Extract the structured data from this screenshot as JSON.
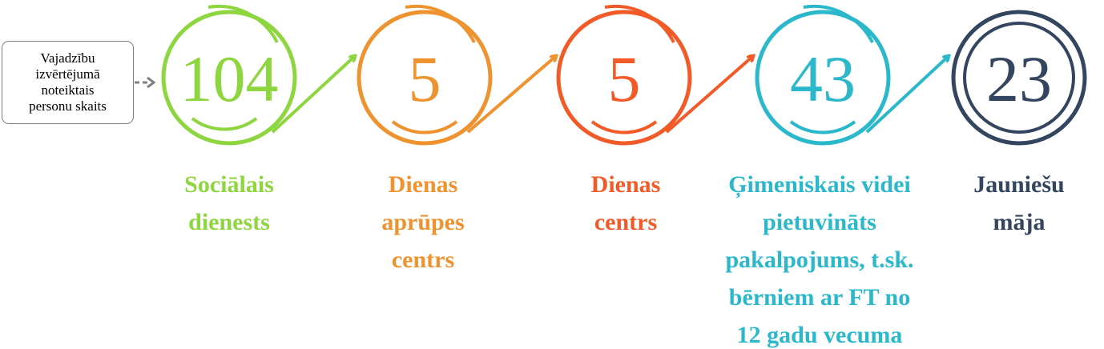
{
  "source_box": {
    "lines": [
      "Vajadzību",
      "izvērtējumā",
      "noteiktais",
      "personu skaits"
    ]
  },
  "colors": {
    "green": "#8ED63F",
    "orange": "#EF9330",
    "red": "#F25A28",
    "teal": "#2BB8CB",
    "navy": "#34465F",
    "gray": "#808080"
  },
  "steps": [
    {
      "number": "104",
      "label_lines": [
        "Sociālais",
        "dienests"
      ]
    },
    {
      "number": "5",
      "label_lines": [
        "Dienas",
        "aprūpes",
        "centrs"
      ]
    },
    {
      "number": "5",
      "label_lines": [
        "Dienas",
        "centrs"
      ]
    },
    {
      "number": "43",
      "label_lines": [
        "Ģimeniskais videi",
        "pietuvināts",
        "pakalpojums, t.sk.",
        "bērniem ar FT no",
        "12 gadu vecuma"
      ]
    },
    {
      "number": "23",
      "label_lines": [
        "Jauniešu",
        "māja"
      ]
    }
  ]
}
